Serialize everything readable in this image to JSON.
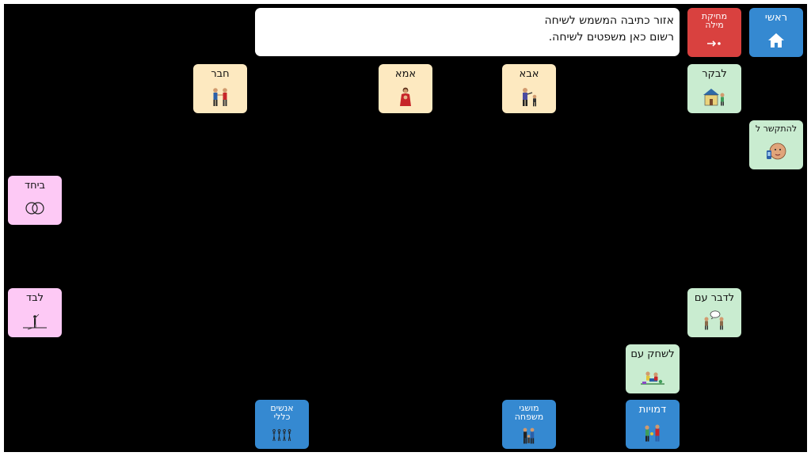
{
  "header": {
    "home_label": "ראשי",
    "delete_label": "מחיקת\nמילה",
    "message_lines": [
      "אזור כתיבה המשמש לשיחה",
      "רשום כאן משפטים לשיחה."
    ]
  },
  "words": {
    "visit": "לבקר",
    "father": "אבא",
    "mother": "אמא",
    "friend": "חבר",
    "contact": "להתקשר ל",
    "together": "ביחד",
    "alone": "לבד",
    "talk_with": "לדבר עם",
    "play_with": "לשחק עם"
  },
  "categories": {
    "characters": "דמויות",
    "family_concepts": "מושגי\nמשפחה",
    "people_general": "אנשים\nכללי"
  },
  "colors": {
    "background": "#000000",
    "home_tile": "#3589d1",
    "delete_tile": "#d9413f",
    "verb_tile": "#c9ecd0",
    "person_tile": "#fde9c0",
    "adverb_tile": "#fdc9f5",
    "category_tile": "#3589d1"
  }
}
